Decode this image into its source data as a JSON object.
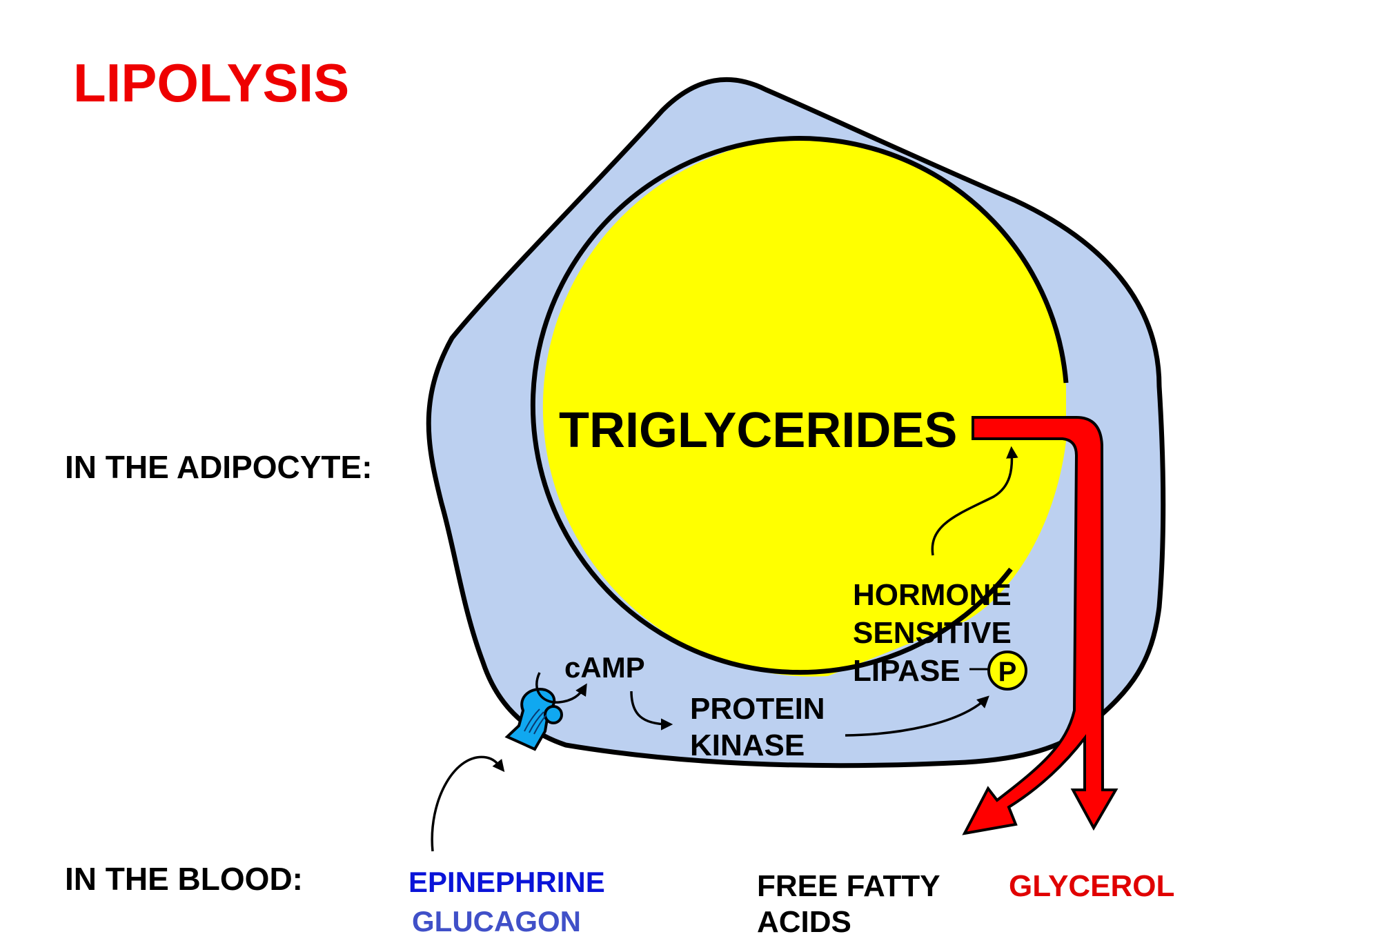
{
  "title": "LIPOLYSIS",
  "sections": {
    "adipocyte_label": "IN THE ADIPOCYTE:",
    "blood_label": "IN THE BLOOD:"
  },
  "cell": {
    "lipid_droplet_label": "TRIGLYCERIDES",
    "second_messenger": "cAMP",
    "kinase_lines": [
      "PROTEIN",
      "KINASE"
    ],
    "lipase_lines": [
      "HORMONE",
      "SENSITIVE",
      "LIPASE"
    ],
    "phosphate_symbol": "P",
    "receptor_icon": "receptor-protein-icon"
  },
  "blood": {
    "hormones": [
      {
        "label": "EPINEPHRINE",
        "color": "#0a14d8"
      },
      {
        "label": "GLUCAGON",
        "color": "#4050c8"
      }
    ],
    "products": [
      {
        "lines": [
          "FREE FATTY",
          "ACIDS"
        ],
        "color": "#000000"
      },
      {
        "label": "GLYCEROL",
        "color": "#e00000"
      }
    ]
  },
  "colors": {
    "title": "#ee0000",
    "cytoplasm": "#bcd0f0",
    "lipid_droplet": "#ffff00",
    "receptor": "#10a8f0",
    "product_arrow": "#ff0000",
    "outline": "#000000"
  }
}
